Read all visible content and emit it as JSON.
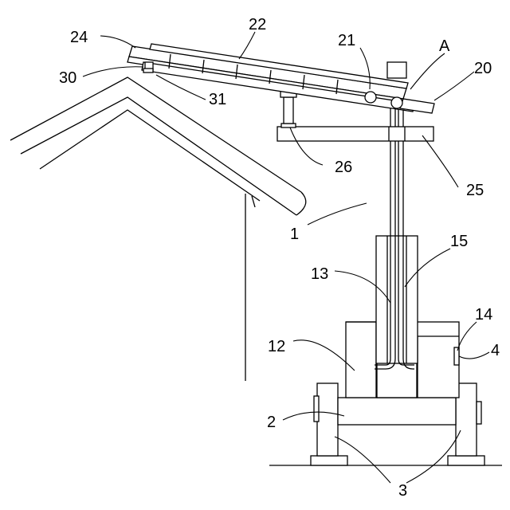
{
  "labels": {
    "l24": "24",
    "l22": "22",
    "l21": "21",
    "lA": "A",
    "l20": "20",
    "l30": "30",
    "l31": "31",
    "l26": "26",
    "l25": "25",
    "l1": "1",
    "l15": "15",
    "l13": "13",
    "l14": "14",
    "l4": "4",
    "l12": "12",
    "l2": "2",
    "l3": "3"
  }
}
